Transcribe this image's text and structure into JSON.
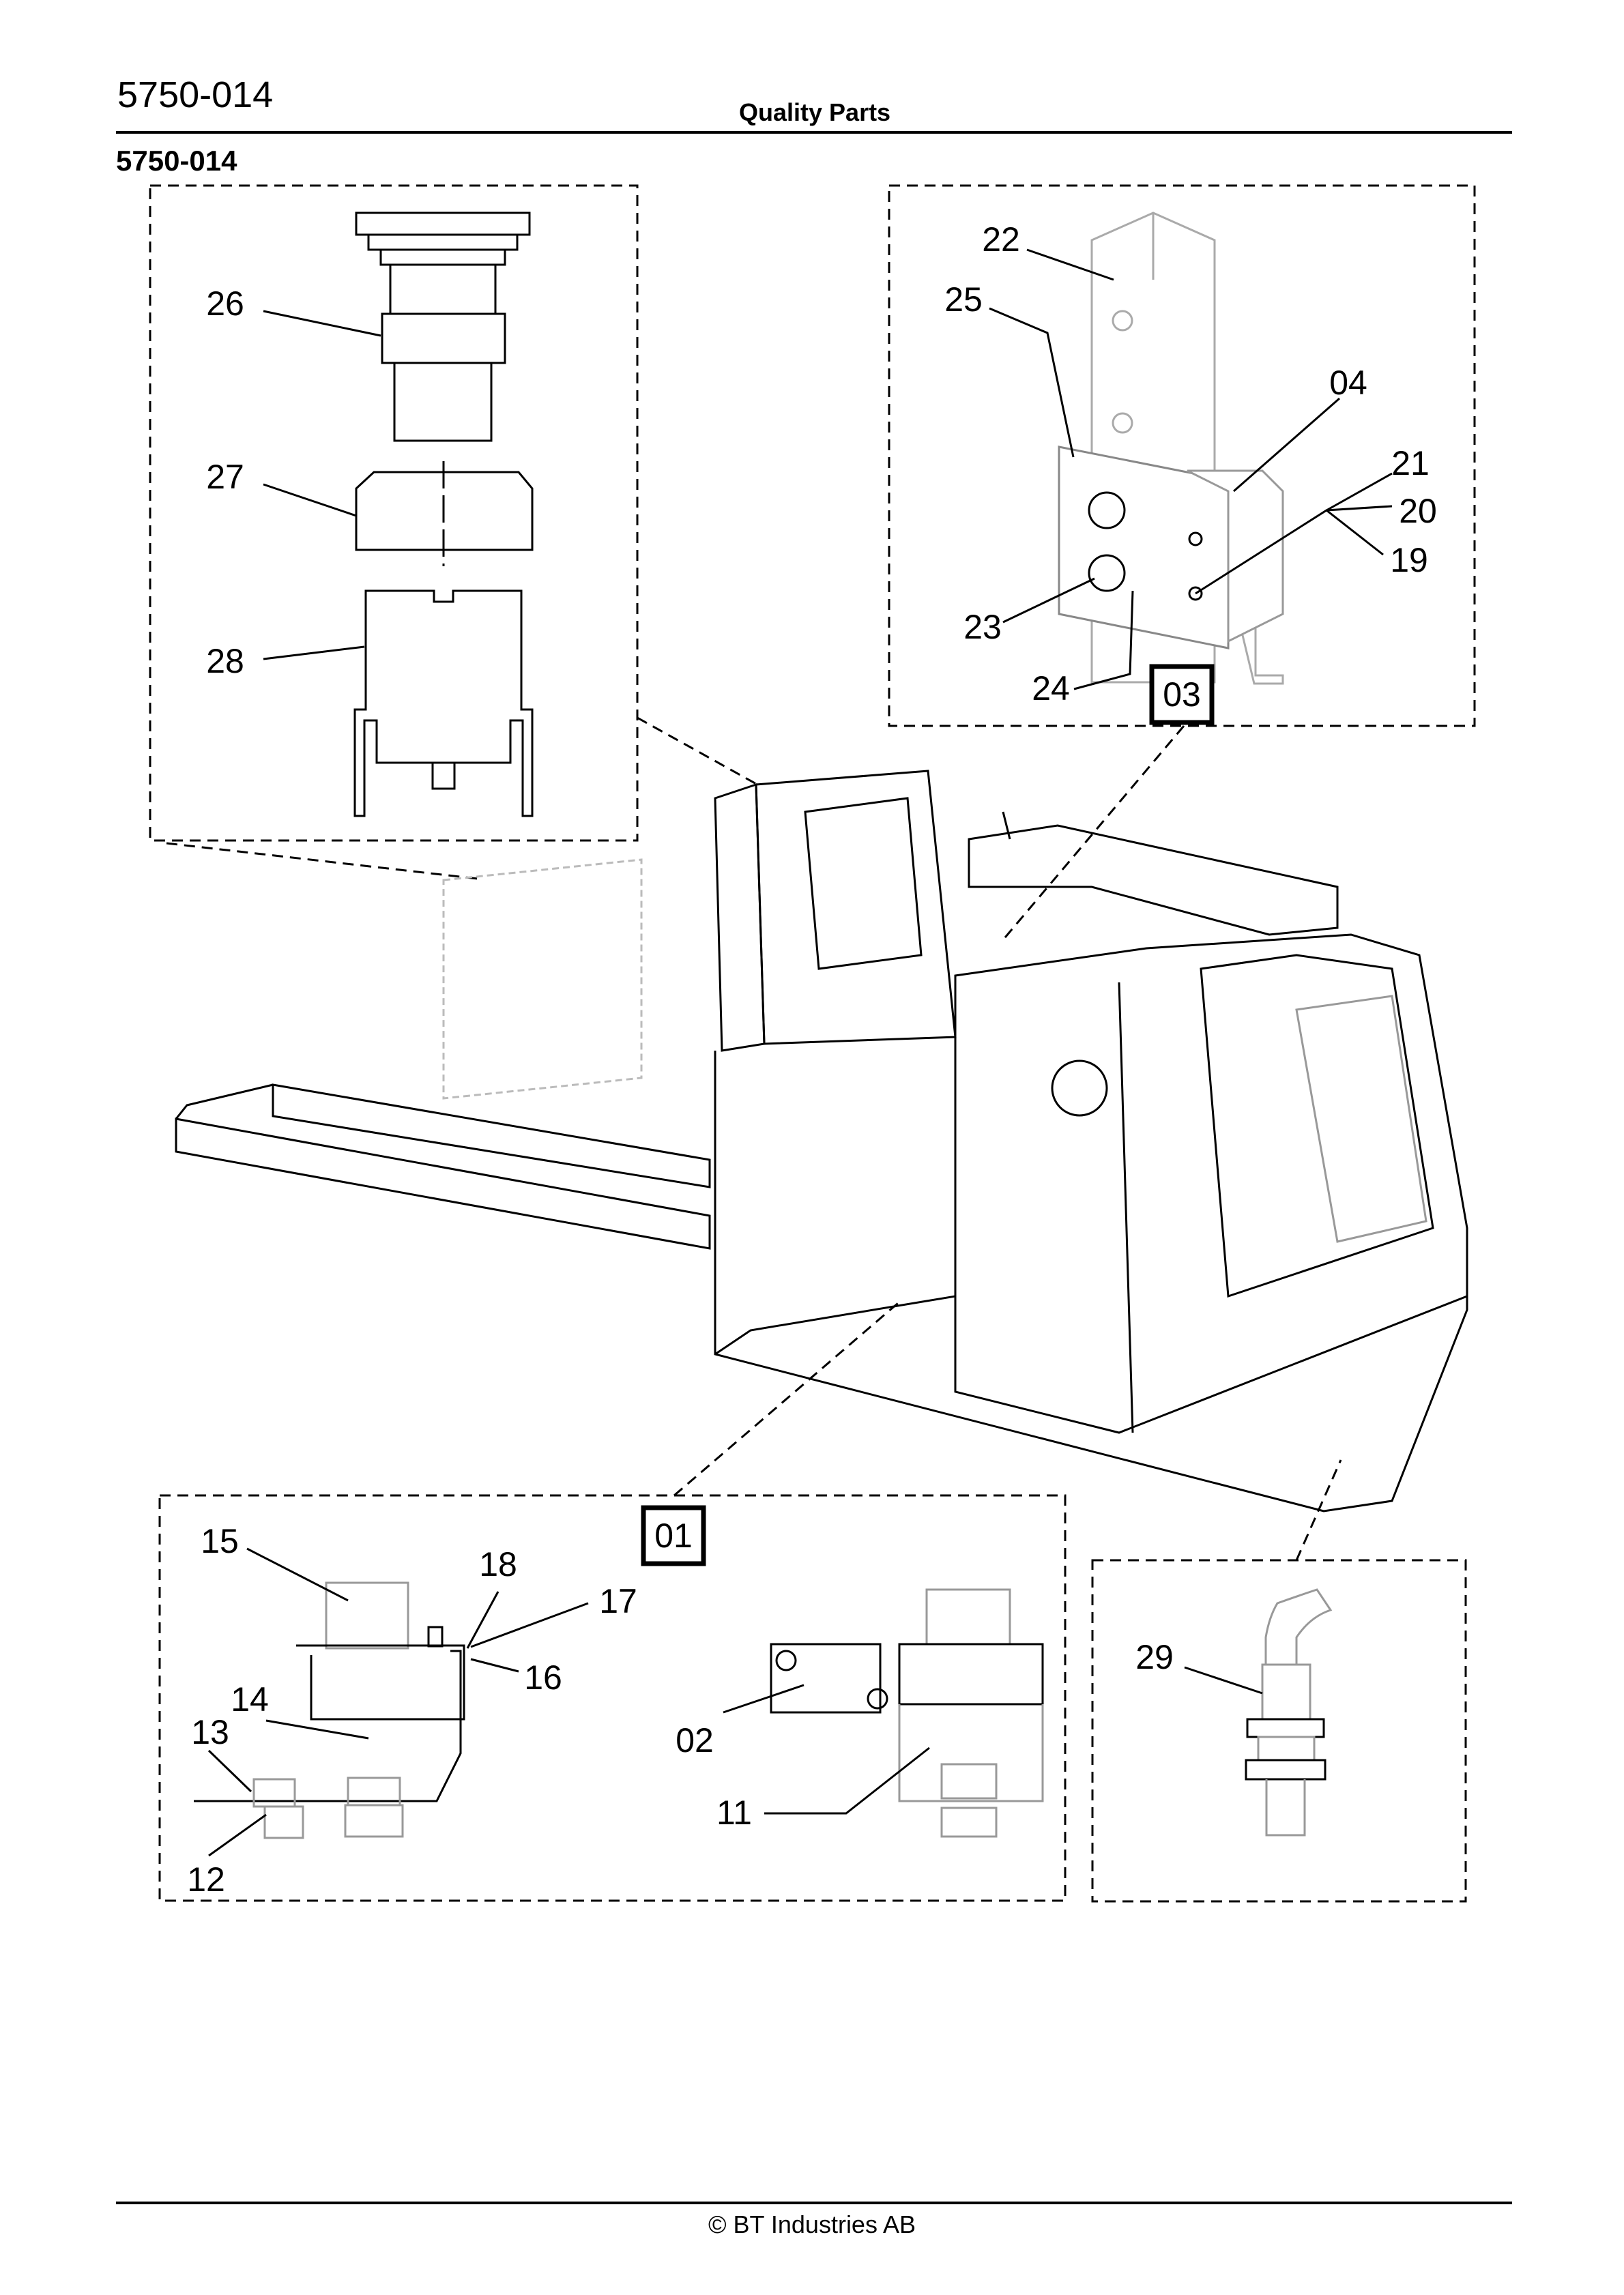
{
  "header": {
    "code": "5750-014",
    "center_title": "Quality Parts"
  },
  "subheader": {
    "code": "5750-014"
  },
  "footer": {
    "copyright": "© BT Industries AB"
  },
  "detail_views": [
    {
      "name": "power-switch-detail",
      "callouts": [
        "26",
        "27",
        "28"
      ]
    },
    {
      "name": "sensor-bracket-detail",
      "box_label": "03",
      "callouts": [
        "22",
        "25",
        "04",
        "21",
        "20",
        "19",
        "23",
        "24"
      ]
    },
    {
      "name": "micro-switch-detail",
      "box_label": "01",
      "callouts": [
        "15",
        "18",
        "17",
        "16",
        "14",
        "13",
        "12",
        "02",
        "11"
      ]
    },
    {
      "name": "plug-detail",
      "callouts": [
        "29"
      ]
    }
  ]
}
